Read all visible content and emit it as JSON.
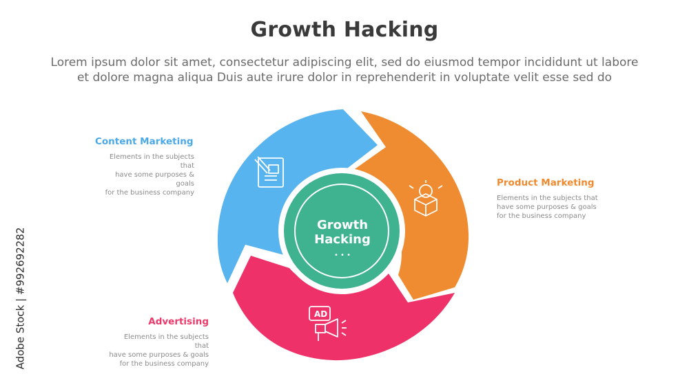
{
  "title": "Growth Hacking",
  "subtitle_lines": [
    "Lorem ipsum dolor sit amet, consectetur adipiscing elit, sed do eiusmod tempor incididunt ut labore",
    "et dolore magna aliqua Duis aute irure dolor in reprehenderit in voluptate velit esse sed do"
  ],
  "center": {
    "line1": "Growth",
    "line2": "Hacking",
    "dots": "• • •"
  },
  "segments": [
    {
      "id": "content",
      "title": "Content Marketing",
      "desc": [
        "Elements in the subjects that",
        "have  some purposes & goals",
        "for the  business company"
      ],
      "color": "#58b4ee",
      "icon": "document-pen-icon"
    },
    {
      "id": "product",
      "title": "Product Marketing",
      "desc": [
        "Elements in the subjects that",
        "have  some purposes & goals",
        "for the  business company"
      ],
      "color": "#ef8b31",
      "icon": "product-box-gear-icon"
    },
    {
      "id": "ads",
      "title": "Advertising",
      "desc": [
        "Elements in the subjects that",
        "have  some purposes & goals",
        "for the  business company"
      ],
      "color": "#ee3169",
      "icon": "ad-megaphone-icon"
    }
  ],
  "colors": {
    "center": "#3fb38f",
    "title": "#3a3a3a"
  },
  "watermark": "Adobe Stock | #992692282"
}
